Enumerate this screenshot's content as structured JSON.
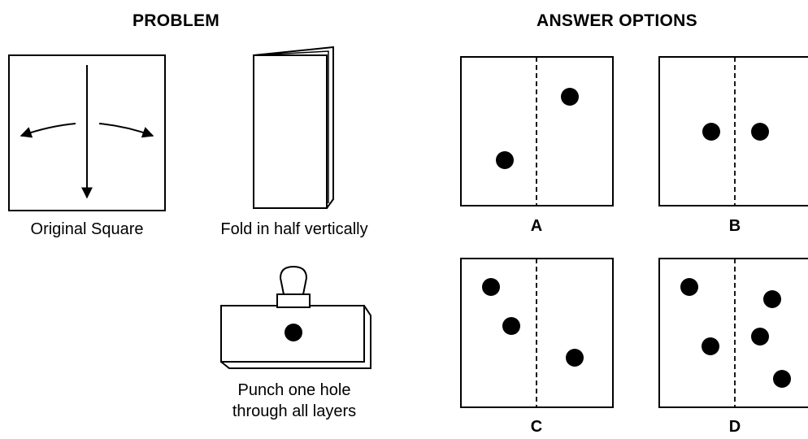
{
  "problem": {
    "heading": "PROBLEM",
    "steps": [
      {
        "caption": "Original Square"
      },
      {
        "caption": "Fold in half vertically"
      },
      {
        "caption_line1": "Punch one hole",
        "caption_line2": "through all layers"
      }
    ]
  },
  "answers": {
    "heading": "ANSWER OPTIONS",
    "options": [
      {
        "label": "A"
      },
      {
        "label": "B"
      },
      {
        "label": "C"
      },
      {
        "label": "D"
      }
    ]
  }
}
